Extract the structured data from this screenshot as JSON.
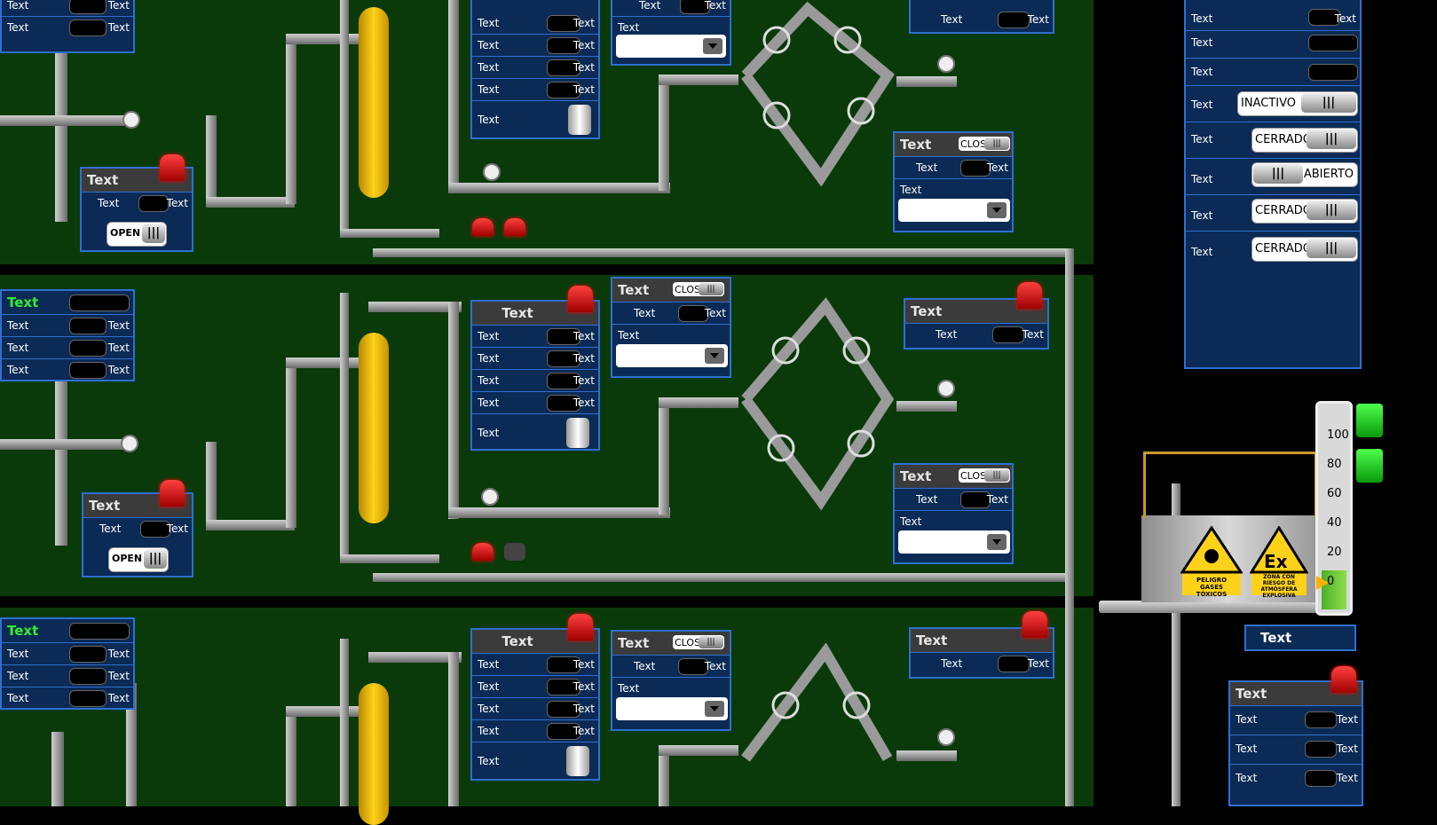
{
  "labels": {
    "text": "Text",
    "unit": "Text"
  },
  "toggles": {
    "open": "OPEN",
    "close": "CLOSE",
    "inactivo": "INACTIVO",
    "cerrado": "CERRADO",
    "abierto": "ABIERTO",
    "knob": "|||"
  },
  "tank": {
    "scale": [
      "100",
      "80",
      "60",
      "40",
      "20",
      "0"
    ],
    "level_percent": 22,
    "sign_toxic": "PELIGRO GASES TÓXICOS",
    "sign_ex": "Ex",
    "sign_ex_sub": "ZONA CON RIESGO DE ATMÓSFERA EXPLOSIVA"
  },
  "colors": {
    "panel_bg": "#0b2a55",
    "panel_border": "#2f6fd0",
    "band_bg": "#0a3a0a",
    "vessel": "#ffd21a",
    "alarm": "#ff2020",
    "status_green": "#33ee33"
  }
}
